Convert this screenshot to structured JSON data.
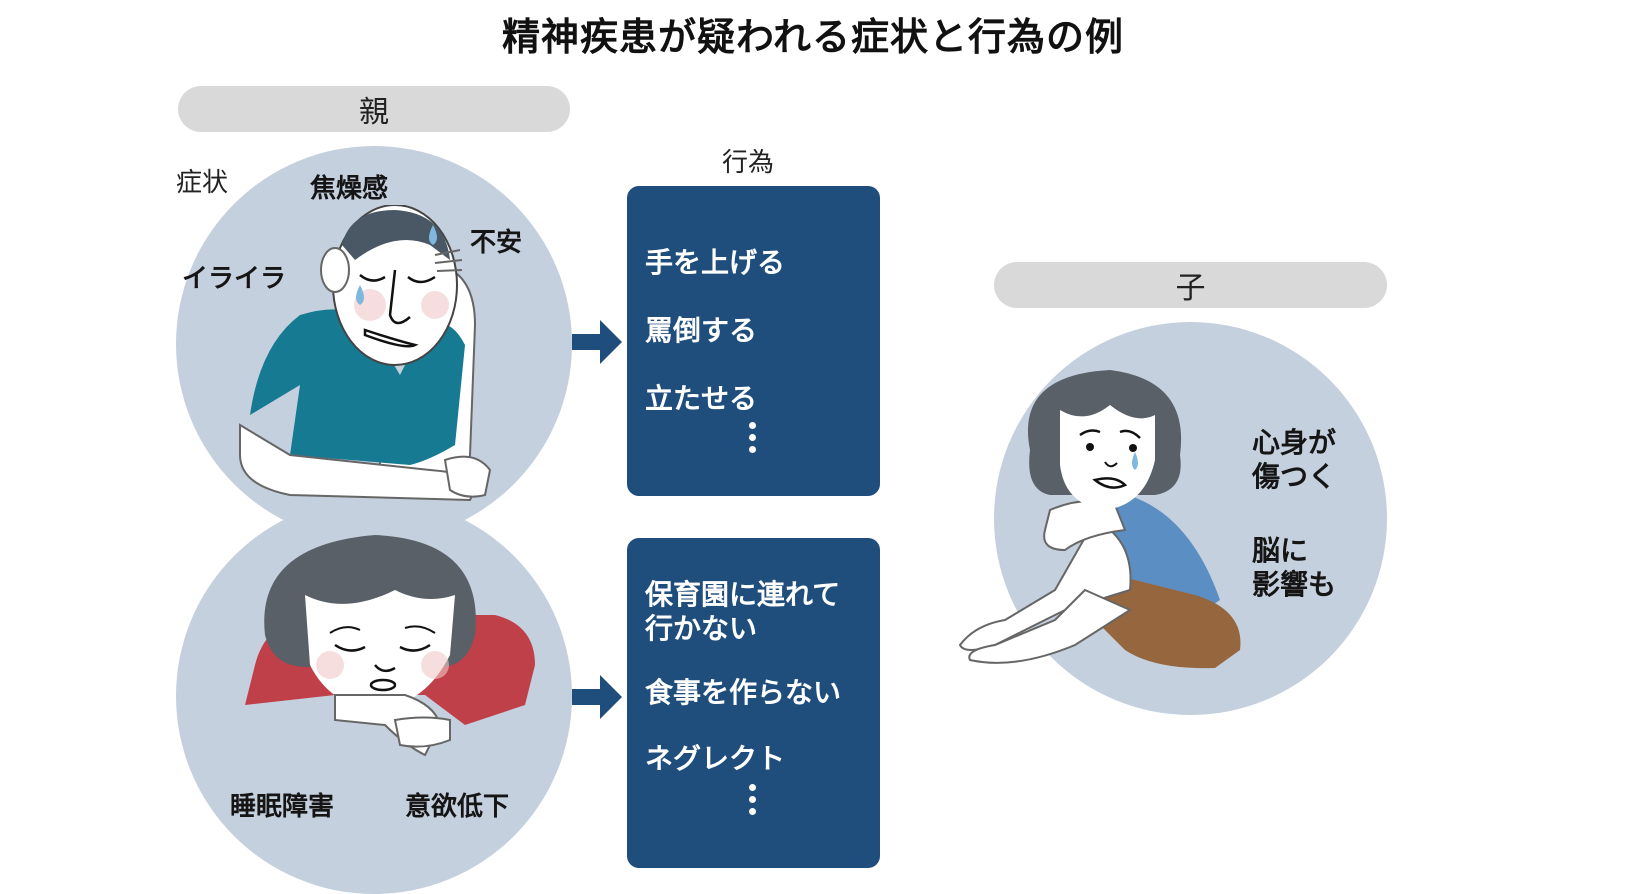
{
  "title": "精神疾患が疑われる症状と行為の例",
  "parent": {
    "header": "親",
    "symptoms_label": "症状",
    "actions_label": "行為",
    "top_figure": {
      "description": "father holding head, sweating",
      "symptoms": [
        "焦燥感",
        "不安",
        "イライラ"
      ],
      "actions": [
        "手を上げる",
        "罵倒する",
        "立たせる"
      ]
    },
    "bottom_figure": {
      "description": "mother slumped on table, eyes closed",
      "symptoms": [
        "睡眠障害",
        "意欲低下"
      ],
      "actions": [
        "保育園に連れて",
        "行かない",
        "食事を作らない",
        "ネグレクト"
      ]
    }
  },
  "child": {
    "header": "子",
    "description": "crying child hugging knees",
    "effects": [
      "心身が",
      "傷つく",
      "脳に",
      "影響も"
    ]
  },
  "colors": {
    "circle_bg": "#c5d0de",
    "action_box": "#1f4d7c",
    "arrow": "#1f4d7c",
    "pill_bg": "#d9d9d9",
    "father_shirt": "#157a92",
    "mother_shirt": "#c0404a",
    "child_shirt": "#5b8fc4",
    "child_shorts": "#96663e",
    "hair": "#5a6068"
  }
}
